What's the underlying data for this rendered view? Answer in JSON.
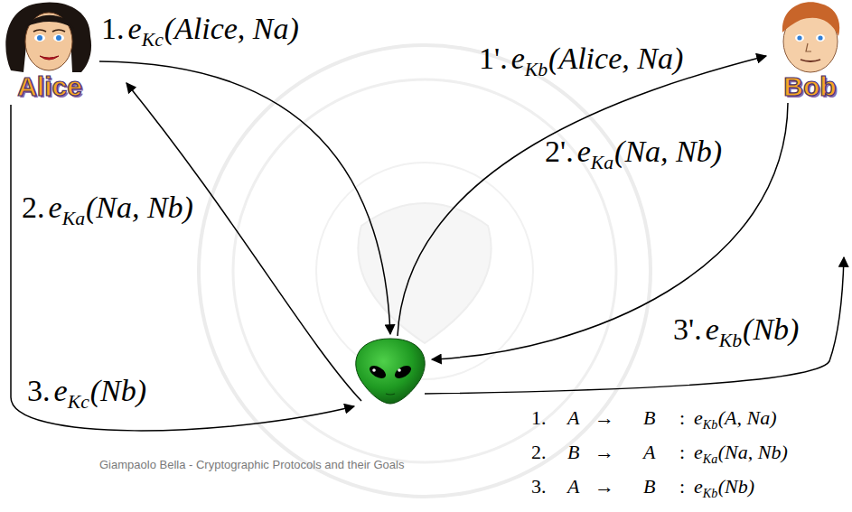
{
  "diagram": {
    "nodes": [
      {
        "text": [
          "Alice"
        ]
      },
      {
        "text": [
          "Bob"
        ]
      }
    ],
    "labels": [
      "1.",
      "e",
      "Kc",
      "(Alice, Na)",
      "1'.",
      "e",
      "Kb",
      "(Alice, Na)",
      "2.",
      "e",
      "Ka",
      "(Na, Nb)",
      "2'.",
      "e",
      "Ka",
      "(Na, Nb)",
      "3'.",
      "e",
      "Kb",
      "(Nb)",
      "3.",
      "e",
      "Kc",
      "(Nb)",
      "1.",
      "A",
      "→",
      "B",
      ":",
      "e",
      "Kb",
      "(A, Na)",
      "2.",
      "B",
      "→",
      "A",
      ":",
      "e",
      "Ka",
      "(Na, Nb)",
      "3.",
      "A",
      "→",
      "B",
      ":",
      "e",
      "Kb",
      "(Nb)",
      "Giampaolo Bella - Cryptographic Protocols and their Goals"
    ]
  }
}
